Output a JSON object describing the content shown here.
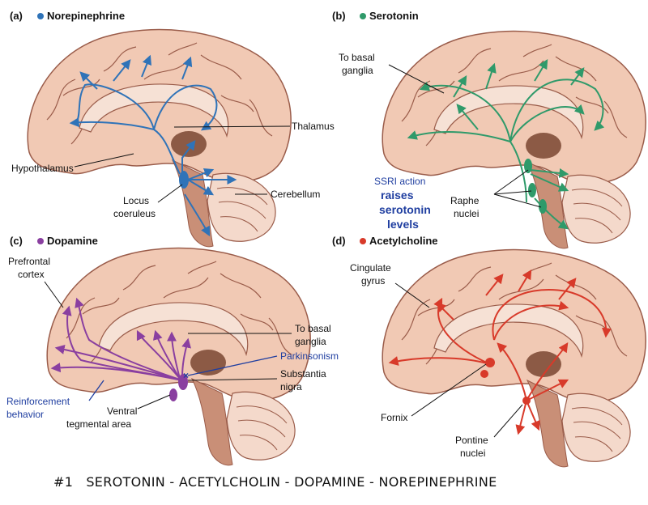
{
  "panels": [
    {
      "letter": "(a)",
      "title": "Norepinephrine",
      "color": "#2f73b8",
      "labels": [
        "Thalamus",
        "Hypothalamus",
        "Locus",
        "coeruleus",
        "Cerebellum"
      ]
    },
    {
      "letter": "(b)",
      "title": "Serotonin",
      "color": "#2f9a6a",
      "labels": [
        "To basal",
        "ganglia",
        "Raphe",
        "nuclei"
      ],
      "annotation": [
        "SSRI action",
        "raises",
        "serotonin",
        "levels"
      ]
    },
    {
      "letter": "(c)",
      "title": "Dopamine",
      "color": "#8a3fa0",
      "labels": [
        "Prefrontal",
        "cortex",
        "To basal",
        "ganglia",
        "Substantia",
        "nigra",
        "Ventral",
        "tegmental area"
      ],
      "annotation_parkinsonism": "Parkinsonism",
      "annotation_reinforcement": [
        "Reinforcement",
        "behavior"
      ]
    },
    {
      "letter": "(d)",
      "title": "Acetylcholine",
      "color": "#d83a2a",
      "labels": [
        "Cingulate",
        "gyrus",
        "Fornix",
        "Pontine",
        "nuclei"
      ]
    }
  ],
  "caption": "#1   SEROTONIN - ACETYLCHOLIN - DOPAMINE - NOREPINEPHRINE",
  "colors": {
    "brain_fill": "#f1c9b4",
    "brain_stroke": "#9a5c4a",
    "brainstem": "#c98f77",
    "thalamus": "#8c5a45"
  }
}
